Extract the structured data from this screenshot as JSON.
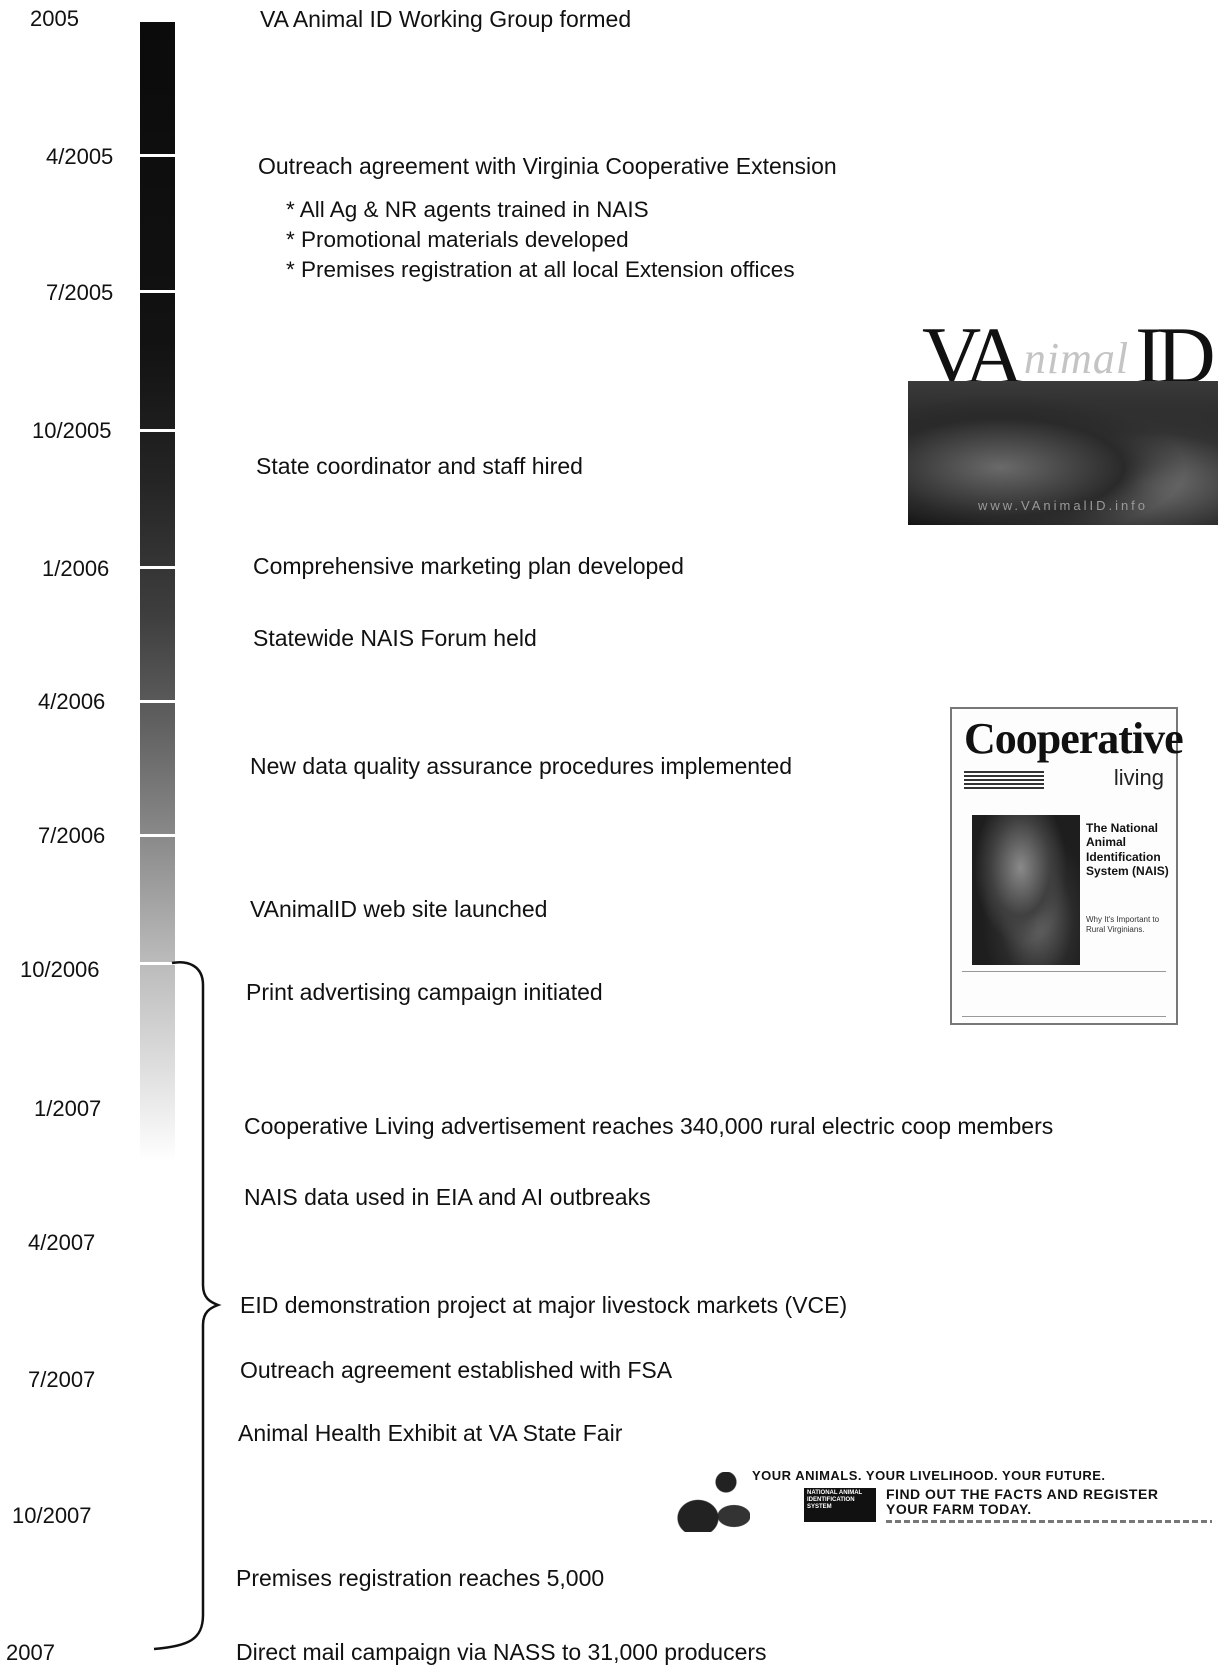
{
  "dates": [
    "2005",
    "4/2005",
    "7/2005",
    "10/2005",
    "1/2006",
    "4/2006",
    "7/2006",
    "10/2006",
    "1/2007",
    "4/2007",
    "7/2007",
    "10/2007",
    "2007"
  ],
  "events": [
    "VA Animal ID Working Group formed",
    "Outreach agreement with Virginia Cooperative Extension",
    "* All Ag & NR agents trained in NAIS",
    "* Promotional materials developed",
    "* Premises registration at all local Extension offices",
    "State coordinator and staff hired",
    "Comprehensive marketing plan developed",
    "Statewide NAIS Forum held",
    "New data quality assurance procedures implemented",
    "VAnimalID web site launched",
    "Print advertising campaign initiated",
    "Cooperative Living advertisement reaches 340,000 rural electric coop members",
    "NAIS data used in EIA and AI outbreaks",
    "EID demonstration project at major livestock markets (VCE)",
    "Outreach agreement established with FSA",
    "Animal Health Exhibit at VA State Fair",
    "Premises registration reaches 5,000",
    "Direct mail campaign via NASS to 31,000 producers"
  ],
  "logo": {
    "prefix": "VA",
    "middle": "nimal",
    "suffix": "ID",
    "url": "www.VAnimalID.info"
  },
  "magazine": {
    "title": "Cooperative",
    "subtitle": "living",
    "headline": "The National Animal Identification System (NAIS)",
    "tagline": "Why It's Important to Rural Virginians."
  },
  "ad": {
    "slogan": "YOUR ANIMALS.  YOUR LIVELIHOOD.  YOUR FUTURE.",
    "nais_box": "NATIONAL ANIMAL IDENTIFICATION SYSTEM",
    "cta_line1": "FIND OUT THE FACTS AND REGISTER",
    "cta_line2": "YOUR FARM TODAY."
  }
}
